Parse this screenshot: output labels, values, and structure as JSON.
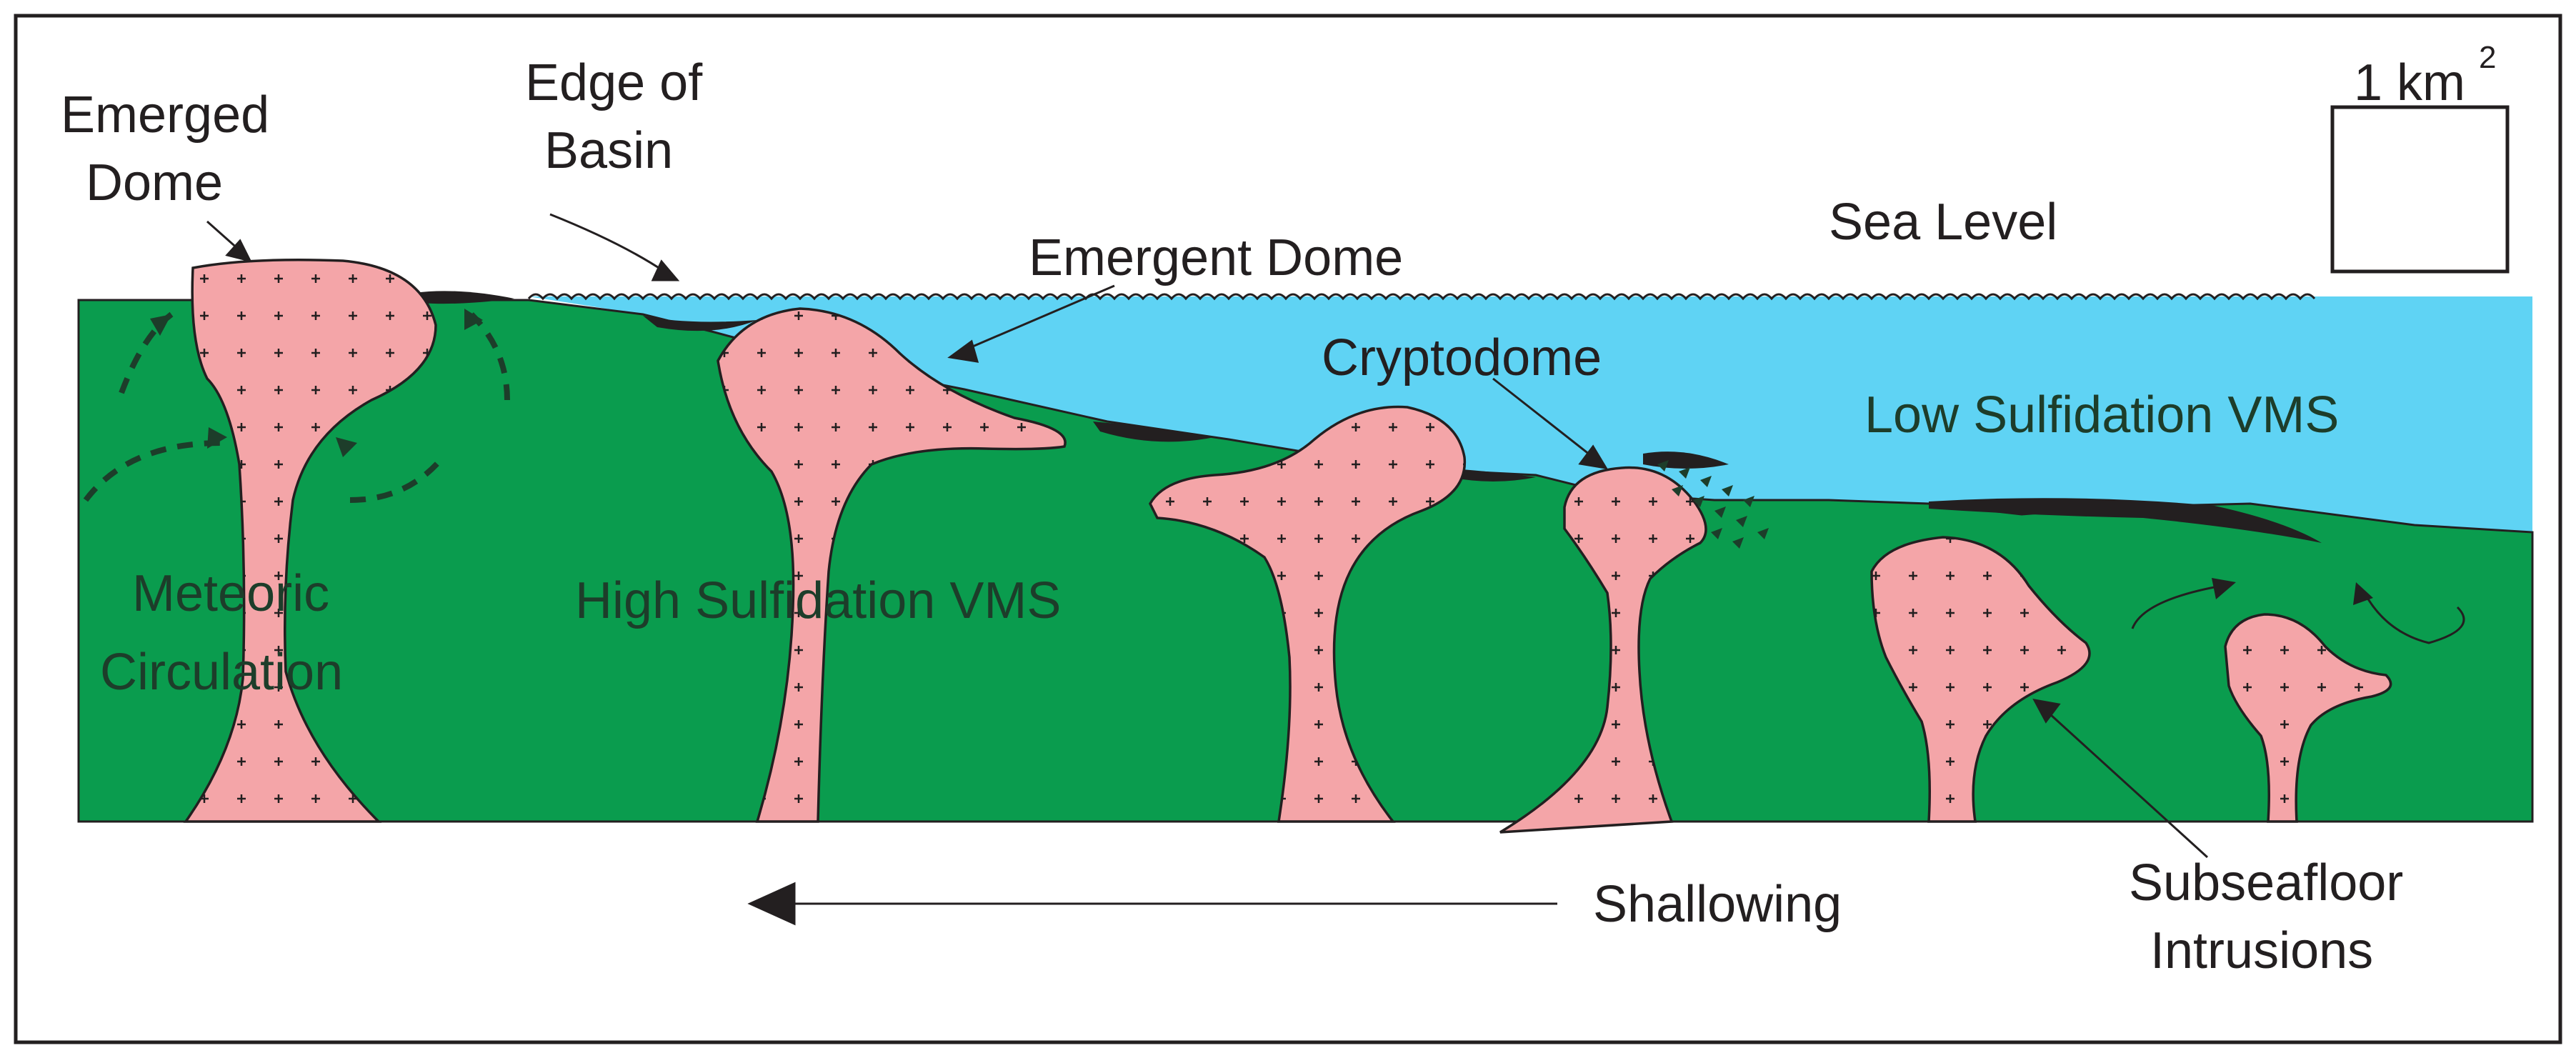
{
  "labels": {
    "emerged_dome_line1": "Emerged",
    "emerged_dome_line2": "Dome",
    "edge_of_basin_line1": "Edge of",
    "edge_of_basin_line2": "Basin",
    "emergent_dome": "Emergent Dome",
    "sea_level": "Sea Level",
    "scale_unit": "1 km",
    "scale_exponent": "2",
    "cryptodome": "Cryptodome",
    "low_sulfidation": "Low Sulfidation VMS",
    "high_sulfidation": "High Sulfidation VMS",
    "meteoric_line1": "Meteoric",
    "meteoric_line2": "Circulation",
    "shallowing": "Shallowing",
    "subseafloor_line1": "Subseafloor",
    "subseafloor_line2": "Intrusions"
  },
  "colors": {
    "rock_green": "#0a9c4e",
    "seawater_blue": "#5fd3f4",
    "intrusion_pink": "#f4a5a8",
    "sulfide_black": "#231f20",
    "outline": "#231f20"
  }
}
